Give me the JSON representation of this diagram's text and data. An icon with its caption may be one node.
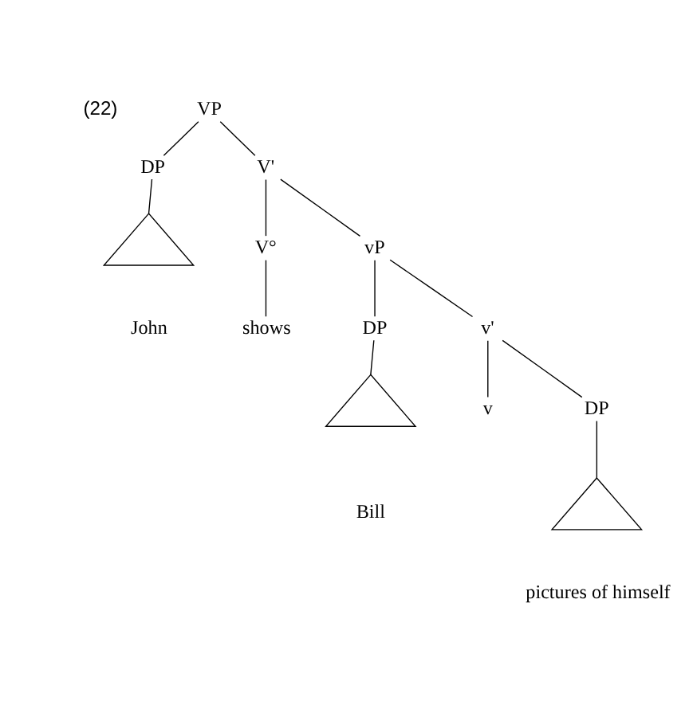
{
  "diagram": {
    "nodes": [
      {
        "text": [
          "VP"
        ]
      },
      {
        "text": [
          "DP"
        ]
      },
      {
        "text": [
          "V'"
        ]
      },
      {
        "text": [],
        "shape": "triangle"
      },
      {
        "text": [
          "John"
        ]
      },
      {
        "text": [
          "V°"
        ]
      },
      {
        "text": [
          "vP"
        ]
      },
      {
        "text": [
          "shows"
        ]
      },
      {
        "text": [
          "DP"
        ]
      },
      {
        "text": [
          "v'"
        ]
      },
      {
        "text": [],
        "shape": "triangle"
      },
      {
        "text": [
          "Bill"
        ]
      },
      {
        "text": [
          "v"
        ]
      },
      {
        "text": [
          "DP"
        ]
      },
      {
        "text": [],
        "shape": "triangle"
      },
      {
        "text": [
          "pictures of himself"
        ]
      }
    ],
    "edges": [
      {
        "from": 0,
        "to": 1,
        "arrow": "none"
      },
      {
        "from": 0,
        "to": 2,
        "arrow": "none"
      },
      {
        "from": 1,
        "to": 3,
        "arrow": "none"
      },
      {
        "from": 2,
        "to": 5,
        "arrow": "none"
      },
      {
        "from": 2,
        "to": 6,
        "arrow": "none"
      },
      {
        "from": 5,
        "to": 7,
        "arrow": "none"
      },
      {
        "from": 6,
        "to": 8,
        "arrow": "none"
      },
      {
        "from": 6,
        "to": 9,
        "arrow": "none"
      },
      {
        "from": 8,
        "to": 10,
        "arrow": "none"
      },
      {
        "from": 9,
        "to": 12,
        "arrow": "none"
      },
      {
        "from": 9,
        "to": 13,
        "arrow": "none"
      },
      {
        "from": 13,
        "to": 14,
        "arrow": "none"
      }
    ],
    "labels": [
      "(22)"
    ]
  }
}
